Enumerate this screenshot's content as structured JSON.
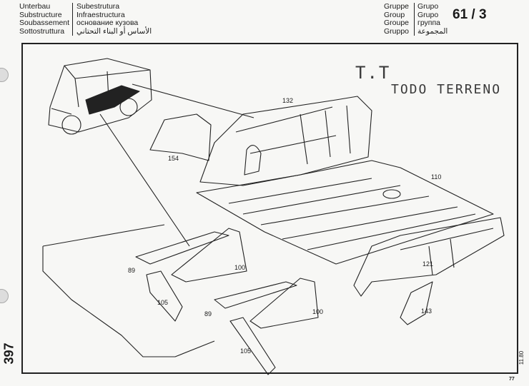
{
  "header": {
    "title_de": "Unterbau",
    "title_en": "Substructure",
    "title_fr": "Soubassement",
    "title_it": "Sottostruttura",
    "title_pt": "Subestrutura",
    "title_es": "Infraestructura",
    "title_ru": "основание кузова",
    "title_ar": "الأساس أو البناء التحتاني",
    "group_de": "Gruppe",
    "group_en": "Group",
    "group_fr": "Groupe",
    "group_it": "Gruppo",
    "group_pt": "Grupo",
    "group_es": "Grupo",
    "group_ru": "группа",
    "group_ar": "المجموعة",
    "group_number": "61 / 3"
  },
  "annotations": {
    "handwritten_1": "T.T",
    "handwritten_2": "TODO TERRENO"
  },
  "part_labels": [
    "132",
    "154",
    "110",
    "89",
    "100",
    "105",
    "121",
    "89",
    "100",
    "105",
    "143"
  ],
  "footer": {
    "page_number": "397",
    "date": "11.80",
    "sheet": "77"
  }
}
